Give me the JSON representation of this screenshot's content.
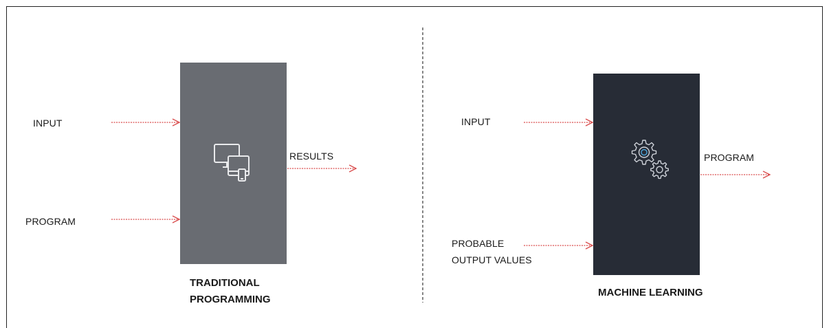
{
  "traditional": {
    "input_label": "INPUT",
    "program_label": "PROGRAM",
    "results_label": "RESULTS",
    "caption_line1": "TRADITIONAL",
    "caption_line2": "PROGRAMMING",
    "icon": "computer-devices-icon",
    "box_color": "#696c72"
  },
  "machine_learning": {
    "input_label": "INPUT",
    "probable_line1": "PROBABLE",
    "probable_line2": "OUTPUT VALUES",
    "program_label": "PROGRAM",
    "caption": "MACHINE LEARNING",
    "icon": "gears-icon",
    "box_color": "#272c36"
  },
  "arrow_color": "#d94c4c"
}
